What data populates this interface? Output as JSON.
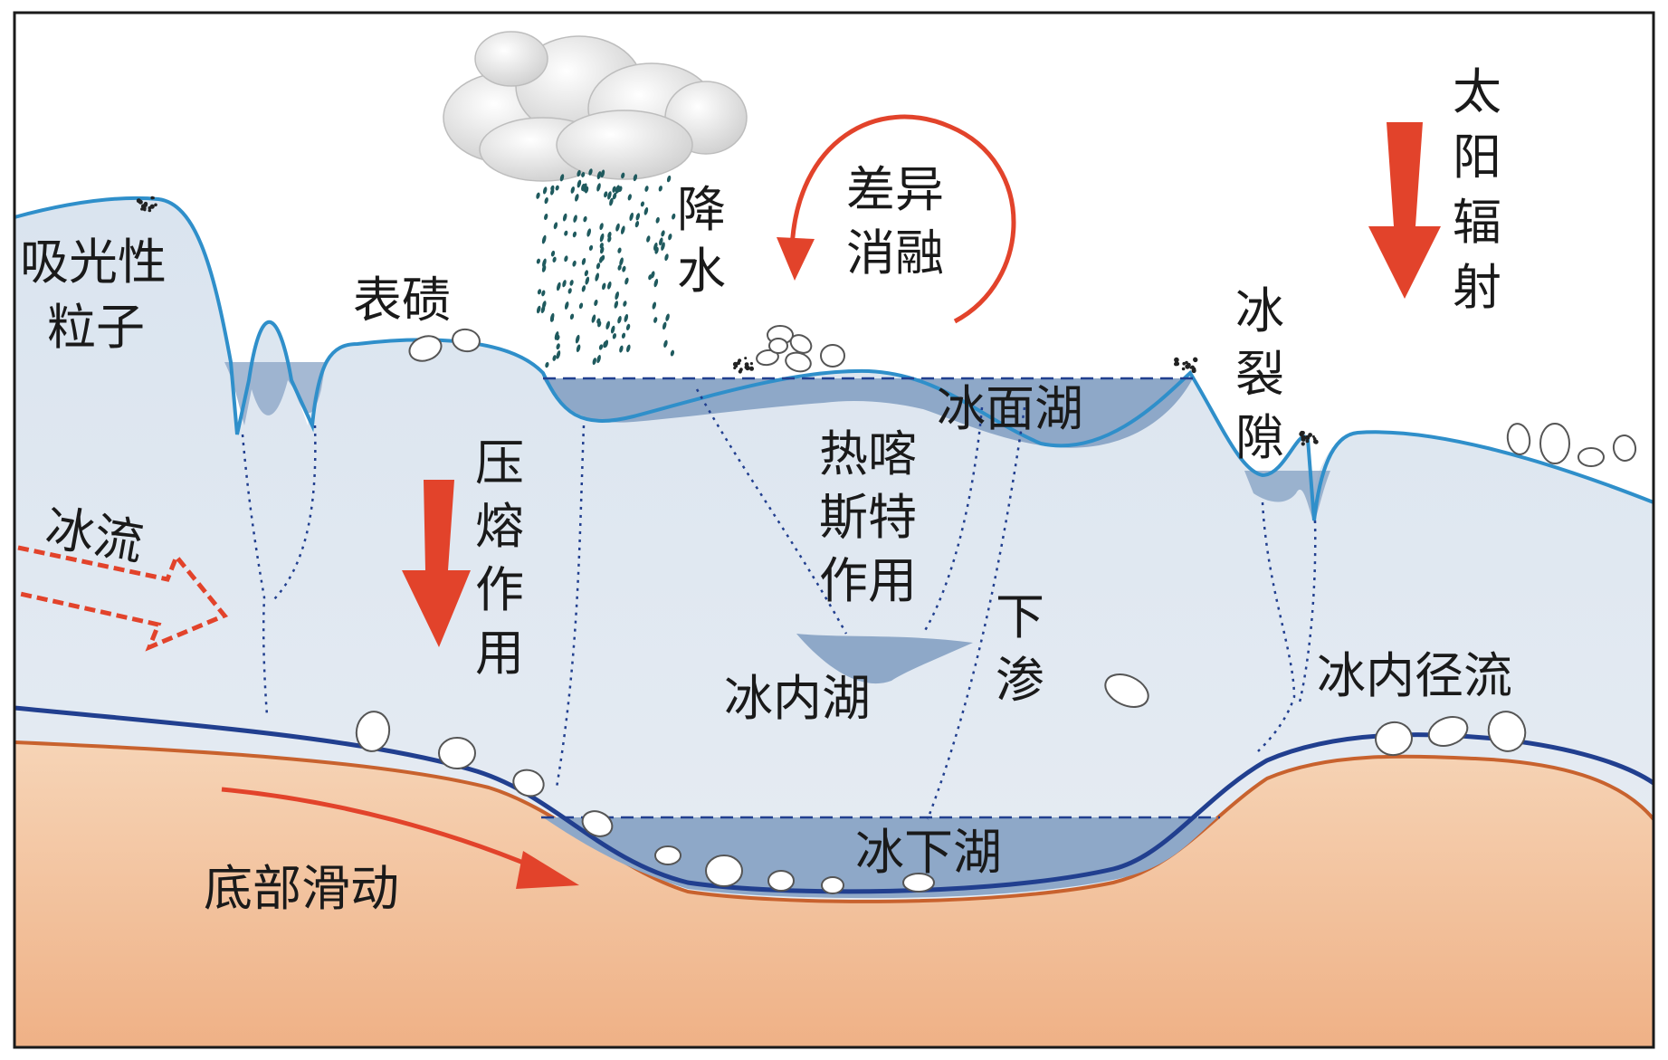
{
  "labels": {
    "light_absorbing_line1": "吸光性",
    "light_absorbing_line2": "粒子",
    "surface_moraine": "表碛",
    "precipitation": [
      "降",
      "水"
    ],
    "differential_melt_line1": "差异",
    "differential_melt_line2": "消融",
    "solar_radiation": [
      "太",
      "阳",
      "辐",
      "射"
    ],
    "crevasse": [
      "冰",
      "裂",
      "隙"
    ],
    "supraglacial_lake": "冰面湖",
    "thermokarst_line1": "热喀",
    "thermokarst_line2": "斯特",
    "thermokarst_line3": "作用",
    "pressure_melting": [
      "压",
      "熔",
      "作",
      "用"
    ],
    "ice_flow": "冰流",
    "englacial_lake": "冰内湖",
    "infiltration": [
      "下",
      "渗"
    ],
    "englacial_runoff": "冰内径流",
    "subglacial_lake": "冰下湖",
    "basal_sliding": "底部滑动"
  },
  "colors": {
    "ice": "#dfe7f1",
    "ice_surface_line": "#2f8fca",
    "water": "#8ea8c8",
    "bed_line": "#213f8f",
    "bedrock_top": "#f4ccab",
    "bedrock_bottom": "#efb48a",
    "bedrock_line": "#c8622e",
    "arrow_red": "#e2432b",
    "frame": "#1a1a1a"
  },
  "icons": {
    "cloud": "rain-cloud-icon",
    "arrows": "red-arrow-icon",
    "debris": "debris-particles-icon",
    "boulders": "moraine-boulder-icon"
  }
}
